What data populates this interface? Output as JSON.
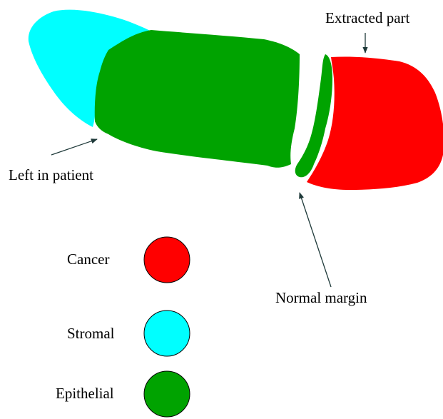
{
  "annotations": {
    "extracted_part": "Extracted part",
    "left_in_patient": "Left in patient",
    "normal_margin": "Normal margin"
  },
  "legend": [
    {
      "label": "Cancer",
      "color": "#ff0000"
    },
    {
      "label": "Stromal",
      "color": "#00ffff"
    },
    {
      "label": "Epithelial",
      "color": "#00a300"
    }
  ],
  "colors": {
    "cancer": "#ff0000",
    "stromal": "#00ffff",
    "epithelial": "#00a300",
    "outline": "#000000",
    "arrow": "#1f3a3a"
  }
}
